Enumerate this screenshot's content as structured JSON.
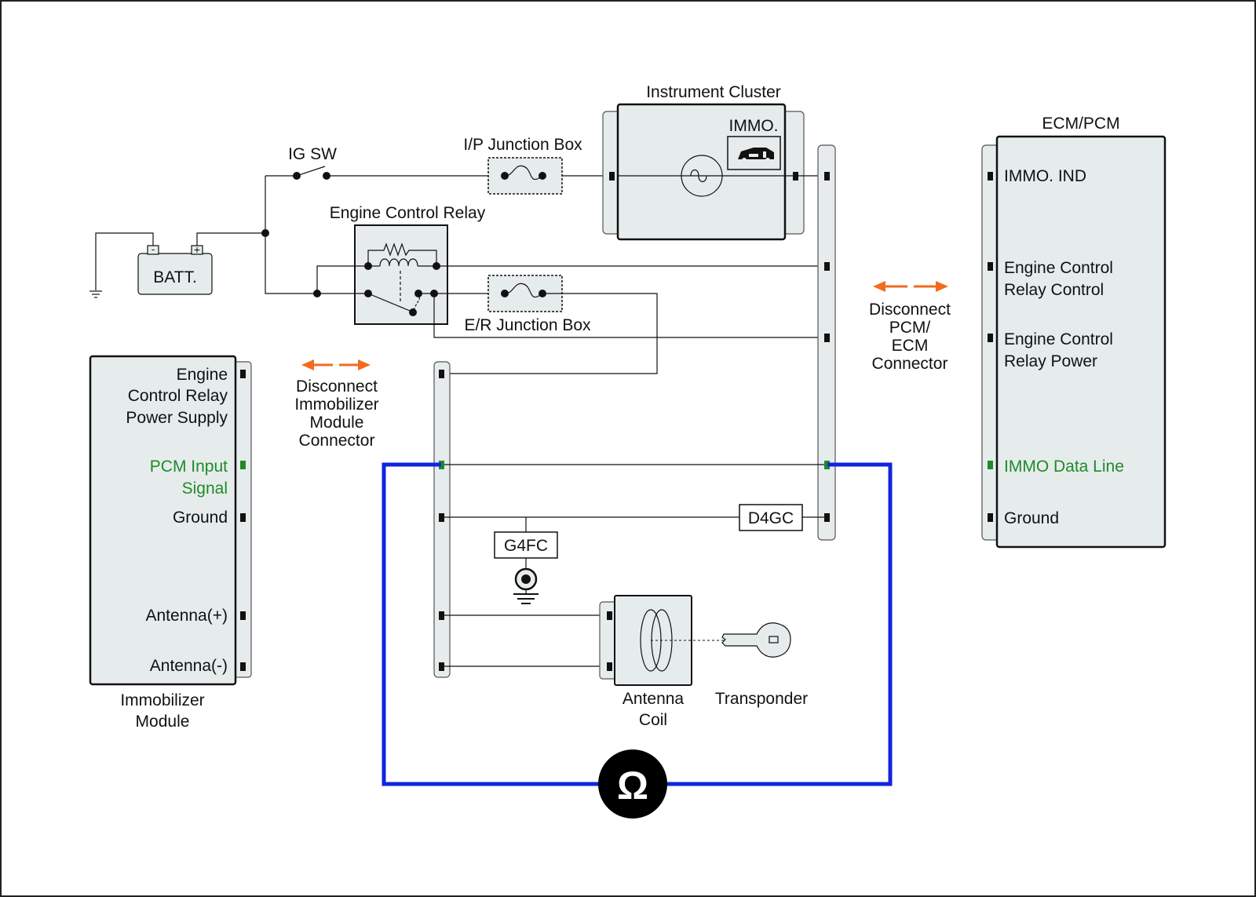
{
  "colors": {
    "accent_signal": "#1f8a2a",
    "meter_loop": "#1025e0",
    "disconnect_arrow": "#f26b1d",
    "component_fill": "#e6ecec"
  },
  "battery": {
    "label": "BATT.",
    "neg": "-",
    "pos": "+"
  },
  "ig_switch": {
    "label": "IG SW"
  },
  "ip_junction_box": {
    "label": "I/P Junction Box"
  },
  "er_junction_box": {
    "label": "E/R Junction Box"
  },
  "engine_control_relay": {
    "label": "Engine Control Relay"
  },
  "instrument_cluster": {
    "label": "Instrument Cluster",
    "immo_label": "IMMO.",
    "immo_icon": "car-key-icon"
  },
  "ecm_pcm": {
    "title": "ECM/PCM",
    "pins": [
      {
        "lines": [
          "IMMO. IND"
        ]
      },
      {
        "lines": [
          "Engine Control",
          "Relay Control"
        ]
      },
      {
        "lines": [
          "Engine Control",
          "Relay Power"
        ]
      },
      {
        "lines": [
          "IMMO Data Line"
        ]
      },
      {
        "lines": [
          "Ground"
        ]
      }
    ]
  },
  "immobilizer_module": {
    "title": [
      "Immobilizer",
      "Module"
    ],
    "pins": [
      {
        "lines": [
          "Engine",
          "Control Relay",
          "Power Supply"
        ]
      },
      {
        "lines": [
          "PCM Input",
          "Signal"
        ]
      },
      {
        "lines": [
          "Ground"
        ]
      },
      {
        "lines": [
          "Antenna(+)"
        ]
      },
      {
        "lines": [
          "Antenna(-)"
        ]
      }
    ]
  },
  "disconnect_immobilizer": {
    "lines": [
      "Disconnect",
      "Immobilizer",
      "Module",
      "Connector"
    ]
  },
  "disconnect_pcm": {
    "lines": [
      "Disconnect",
      "PCM/",
      "ECM",
      "Connector"
    ]
  },
  "engine_codes": {
    "left": "G4FC",
    "right": "D4GC"
  },
  "antenna_coil": {
    "lines": [
      "Antenna",
      "Coil"
    ]
  },
  "transponder": {
    "label": "Transponder"
  },
  "ohmmeter": {
    "symbol": "Ω",
    "icon": "ohmmeter-icon"
  },
  "ground_icon": "ground-icon",
  "fuse_icon": "fuse-icon",
  "lamp_icon": "indicator-lamp-icon",
  "key_icon": "key-icon"
}
